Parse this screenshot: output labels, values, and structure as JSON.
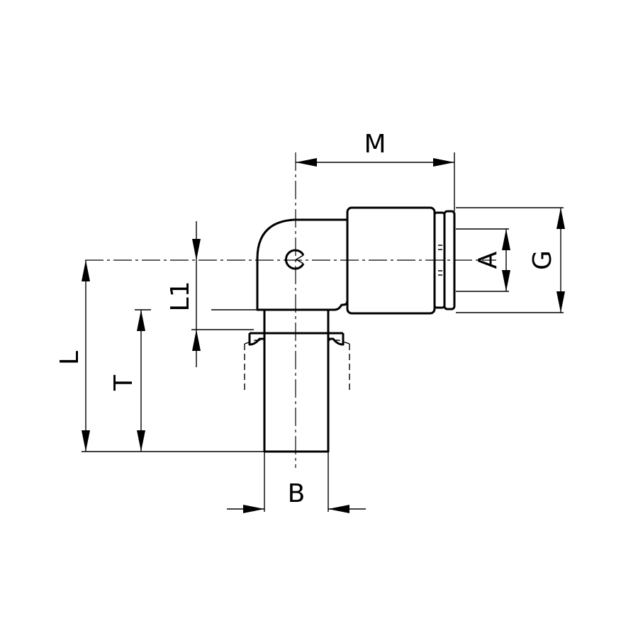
{
  "labels": {
    "M": "M",
    "A": "A",
    "G": "G",
    "L1": "L1",
    "L": "L",
    "T": "T",
    "B": "B"
  },
  "colors": {
    "line": "#000000",
    "background": "#ffffff"
  }
}
